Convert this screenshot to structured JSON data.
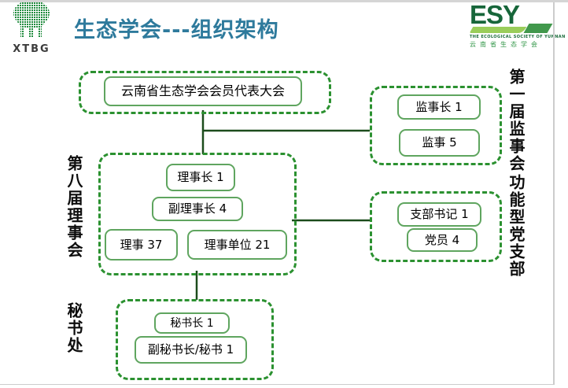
{
  "header": {
    "title": "生态学会---组织架构"
  },
  "logos": {
    "xtbg": {
      "label": "XTBG",
      "icon": "pixel-tree-icon"
    },
    "esy": {
      "acronym": "ESY",
      "tagline_en": "THE ECOLOGICAL SOCIETY OF YUNNAN",
      "tagline_cn": "云南省生态学会"
    }
  },
  "colors": {
    "title": "#2E7A9C",
    "dashed_border": "#2B9130",
    "inner_border": "#5FA55F",
    "connector_line": "#1C4C1C",
    "esy_dark_green": "#17663A",
    "esy_light_green": "#9ACD5A",
    "xtbg_green": "#1E8A3C"
  },
  "diagram": {
    "assembly": {
      "label": "云南省生态学会会员代表大会"
    },
    "board": {
      "side_label": "第八届理事会",
      "items": [
        {
          "label": "理事长 1"
        },
        {
          "label": "副理事长 4"
        },
        {
          "label": "理事 37"
        },
        {
          "label": "理事单位 21"
        }
      ]
    },
    "supervisors": {
      "side_label": "第一届监事会",
      "items": [
        {
          "label": "监事长 1"
        },
        {
          "label": "监事 5"
        }
      ]
    },
    "party": {
      "side_label": "功能型党支部",
      "items": [
        {
          "label": "支部书记 1"
        },
        {
          "label": "党员 4"
        }
      ]
    },
    "secretariat": {
      "side_label": "秘书处",
      "items": [
        {
          "label": "秘书长 1"
        },
        {
          "label": "副秘书长/秘书 1"
        }
      ]
    }
  }
}
